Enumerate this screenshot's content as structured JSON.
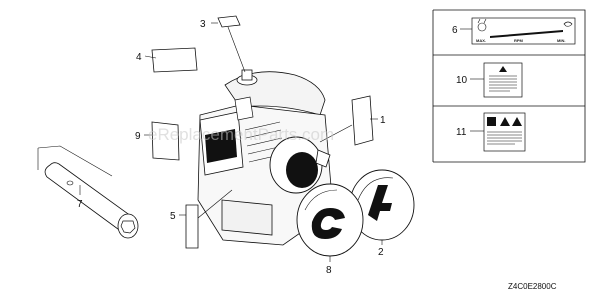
{
  "callouts": {
    "c1": "1",
    "c2": "2",
    "c3": "3",
    "c4": "4",
    "c5": "5",
    "c6": "6",
    "c7": "7",
    "c8": "8",
    "c9": "9",
    "c10": "10",
    "c11": "11"
  },
  "throttle_label": {
    "max": "MAX.",
    "rpm": "RPM",
    "min": "MIN."
  },
  "diagram_code": "Z4C0E2800C",
  "watermark": "eReplacementParts.com"
}
